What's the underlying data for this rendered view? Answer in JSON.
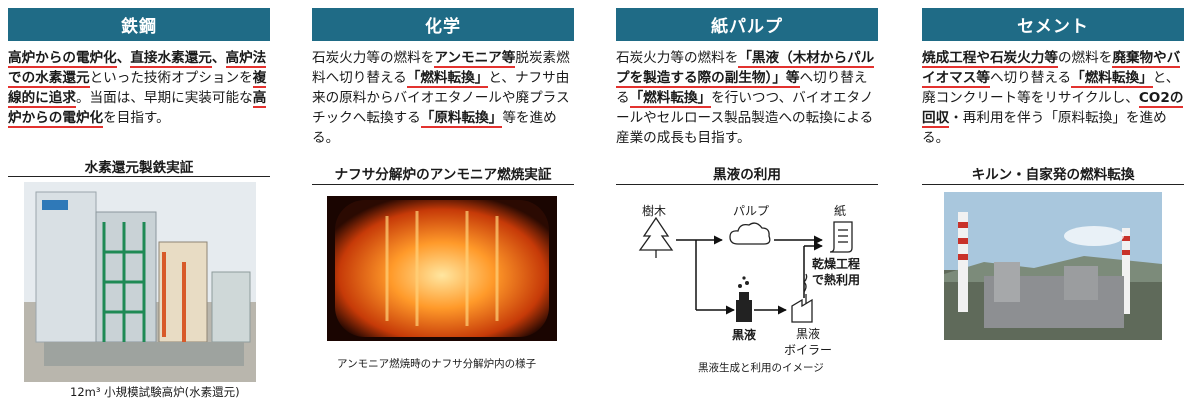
{
  "columns": [
    {
      "title": "鉄鋼",
      "desc": [
        {
          "t": "高炉からの電炉化",
          "s": "u"
        },
        {
          "t": "、",
          "s": "b"
        },
        {
          "t": "直接水素還元",
          "s": "u"
        },
        {
          "t": "、",
          "s": "b"
        },
        {
          "t": "高炉法での水素還元",
          "s": "u"
        },
        {
          "t": "といった技術オプションを",
          "s": ""
        },
        {
          "t": "複線的に追求",
          "s": "u"
        },
        {
          "t": "。当面は、早期に実装可能な",
          "s": ""
        },
        {
          "t": "高炉からの電炉化",
          "s": "u"
        },
        {
          "t": "を目指す。",
          "s": ""
        }
      ],
      "subtitle": "水素還元製鉄実証",
      "caption": "12m³ 小規模試験高炉(水素還元)"
    },
    {
      "title": "化学",
      "desc": [
        {
          "t": "石炭火力等の燃料を",
          "s": ""
        },
        {
          "t": "アンモニア等",
          "s": "u"
        },
        {
          "t": "脱炭素燃料へ切り替える",
          "s": ""
        },
        {
          "t": "「燃料転換」",
          "s": "u"
        },
        {
          "t": "と、ナフサ由来の原料からバイオエタノールや廃プラスチックへ転換する",
          "s": ""
        },
        {
          "t": "「原料転換」",
          "s": "u"
        },
        {
          "t": "等を進める。",
          "s": ""
        }
      ],
      "subtitle": "ナフサ分解炉のアンモニア燃焼実証",
      "caption": "アンモニア燃焼時のナフサ分解炉内の様子"
    },
    {
      "title": "紙パルプ",
      "desc": [
        {
          "t": "石炭火力等の燃料を",
          "s": ""
        },
        {
          "t": "「黒液（木材からパルプを製造する際の副生物）」等",
          "s": "u"
        },
        {
          "t": "へ切り替える",
          "s": ""
        },
        {
          "t": "「燃料転換」",
          "s": "u"
        },
        {
          "t": "を行いつつ、バイオエタノールやセルロース製品製造への転換による産業の成長も目指す。",
          "s": ""
        }
      ],
      "subtitle": "黒液の利用",
      "caption": "黒液生成と利用のイメージ",
      "diagram": {
        "tree": "樹木",
        "pulp": "パルプ",
        "paper": "紙",
        "dry_process": "乾燥工程\nで熱利用",
        "black_liquor": "黒液",
        "boiler": "黒液\nボイラー"
      }
    },
    {
      "title": "セメント",
      "desc": [
        {
          "t": "焼成工程や石炭火力等",
          "s": "u"
        },
        {
          "t": "の燃料を",
          "s": ""
        },
        {
          "t": "廃棄物やバイオマス等",
          "s": "u"
        },
        {
          "t": "へ切り替える",
          "s": ""
        },
        {
          "t": "「燃料転換」",
          "s": "u"
        },
        {
          "t": "と、廃コンクリート等をリサイクルし、",
          "s": ""
        },
        {
          "t": "CO2の回収",
          "s": "u"
        },
        {
          "t": "・再利用を伴う「原料転換」を進める。",
          "s": ""
        }
      ],
      "subtitle": "キルン・自家発の燃料転換"
    }
  ],
  "colors": {
    "header": "#1f6b86",
    "underline": "#e3322f"
  },
  "icons": [
    "tree-icon",
    "cloud-icon",
    "paper-scroll-icon",
    "flask-icon",
    "boiler-icon"
  ]
}
